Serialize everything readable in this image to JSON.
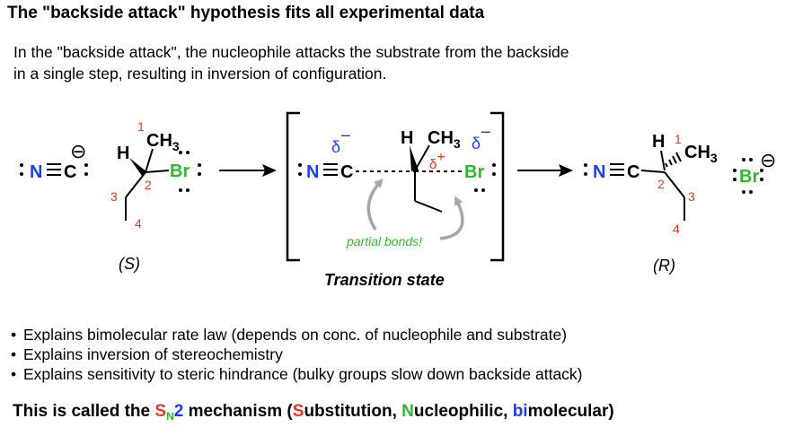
{
  "title": "The \"backside attack\" hypothesis fits all experimental data",
  "intro": {
    "line1": "In the \"backside attack\", the nucleophile attacks the substrate from the backside",
    "line2": "in a single step, resulting in inversion of configuration."
  },
  "scheme": {
    "reactant": {
      "nucleophile": {
        "N": "N",
        "C": "C",
        "charge": "⊖"
      },
      "substrate": {
        "H": "H",
        "CH3": "CH",
        "sub3": "3",
        "Br": "Br",
        "n1": "1",
        "n2": "2",
        "n3": "3",
        "n4": "4"
      },
      "config": "(S)"
    },
    "transition_state": {
      "N": "N",
      "C": "C",
      "H": "H",
      "CH3": "CH",
      "sub3": "3",
      "Br": "Br",
      "delta_minus": "δ",
      "minus": "−",
      "delta_plus": "δ",
      "plus": "+",
      "partial_bonds": "partial bonds!",
      "label": "Transition state"
    },
    "product": {
      "N": "N",
      "C": "C",
      "H": "H",
      "CH3": "CH",
      "sub3": "3",
      "n1": "1",
      "n2": "2",
      "n3": "3",
      "n4": "4",
      "Br": "Br",
      "charge": "⊖",
      "config": "(R)"
    }
  },
  "bullets": [
    "Explains bimolecular rate law (depends on conc. of nucleophile and substrate)",
    "Explains inversion of stereochemistry",
    "Explains sensitivity to steric hindrance (bulky groups slow down backside attack)"
  ],
  "summary": {
    "pre": "This is called the ",
    "S": "S",
    "N_sub": "N",
    "two": "2",
    "mid": " mechanism (",
    "S2": "S",
    "ubstitution": "ubstitution, ",
    "N2": "N",
    "ucleophilic": "ucleophilic, ",
    "bi": "bi",
    "molecular": "molecular)"
  },
  "colors": {
    "red": "#e8361f",
    "green": "#2eb82e",
    "blue": "#1f3ce8",
    "gray": "#a6a6a6"
  }
}
